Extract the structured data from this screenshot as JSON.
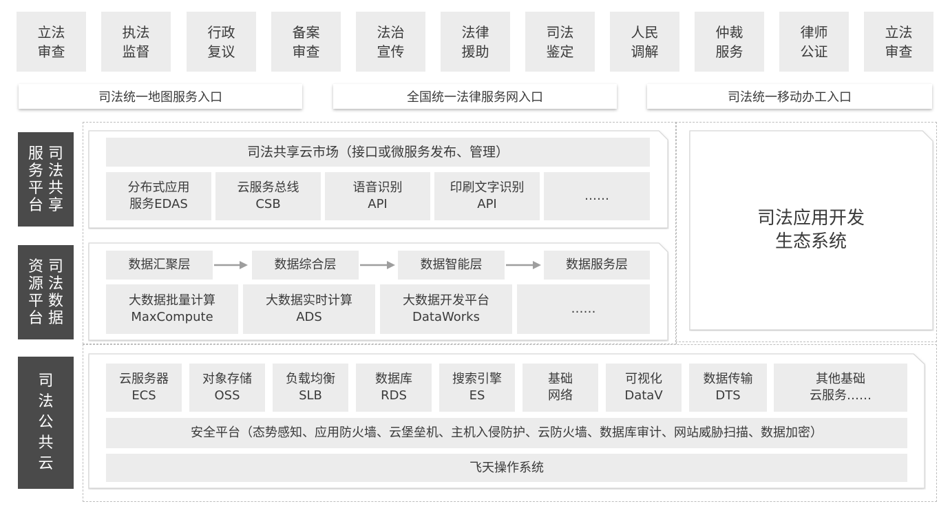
{
  "top_categories": [
    [
      "立法",
      "审查"
    ],
    [
      "执法",
      "监督"
    ],
    [
      "行政",
      "复议"
    ],
    [
      "备案",
      "审查"
    ],
    [
      "法治",
      "宣传"
    ],
    [
      "法律",
      "援助"
    ],
    [
      "司法",
      "鉴定"
    ],
    [
      "人民",
      "调解"
    ],
    [
      "仲裁",
      "服务"
    ],
    [
      "律师",
      "公证"
    ],
    [
      "立法",
      "审查"
    ]
  ],
  "entries": [
    "司法统一地图服务入口",
    "全国统一法律服务网入口",
    "司法统一移动办工入口"
  ],
  "share_platform": {
    "label_cols": [
      [
        "服",
        "务",
        "平",
        "台"
      ],
      [
        "司",
        "法",
        "共",
        "享"
      ]
    ],
    "title": "司法共享云市场（接口或微服务发布、管理）",
    "items": [
      [
        "分布式应用",
        "服务EDAS"
      ],
      [
        "云服务总线",
        "CSB"
      ],
      [
        "语音识别",
        "API"
      ],
      [
        "印刷文字识别",
        "API"
      ],
      [
        "……"
      ]
    ]
  },
  "data_platform": {
    "label_cols": [
      [
        "资",
        "源",
        "平",
        "台"
      ],
      [
        "司",
        "法",
        "数",
        "据"
      ]
    ],
    "layers": [
      "数据汇聚层",
      "数据综合层",
      "数据智能层",
      "数据服务层"
    ],
    "items": [
      [
        "大数据批量计算",
        "MaxCompute"
      ],
      [
        "大数据实时计算",
        "ADS"
      ],
      [
        "大数据开发平台",
        "DataWorks"
      ],
      [
        "……"
      ]
    ]
  },
  "ecosystem": [
    "司法应用开发",
    "生态系统"
  ],
  "public_cloud": {
    "label": [
      "司",
      "法",
      "公",
      "共",
      "云"
    ],
    "services": [
      [
        "云服务器",
        "ECS"
      ],
      [
        "对象存储",
        "OSS"
      ],
      [
        "负载均衡",
        "SLB"
      ],
      [
        "数据库",
        "RDS"
      ],
      [
        "搜索引擎",
        "ES"
      ],
      [
        "基础",
        "网络"
      ],
      [
        "可视化",
        "DataV"
      ],
      [
        "数据传输",
        "DTS"
      ],
      [
        "其他基础",
        "云服务……"
      ]
    ],
    "security": "安全平台（态势感知、应用防火墙、云堡垒机、主机入侵防护、云防火墙、数据库审计、网站威胁扫描、数据加密）",
    "os": "飞天操作系统"
  }
}
